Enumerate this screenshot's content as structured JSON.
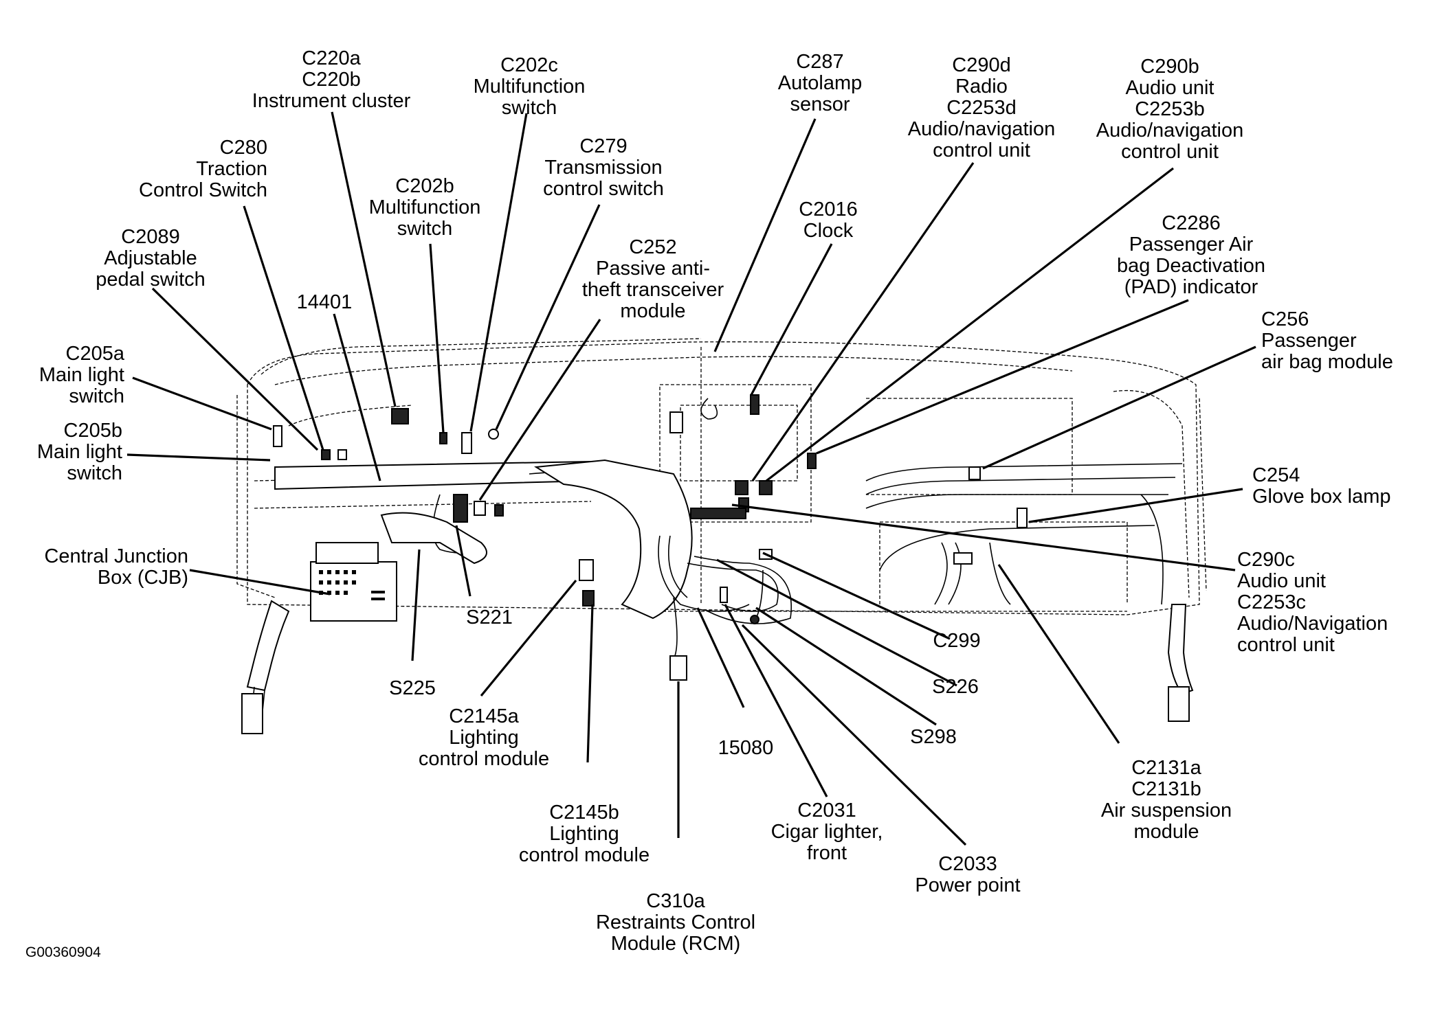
{
  "figure_id": "G00360904",
  "labels": {
    "c220": {
      "lines": [
        "C220a",
        "C220b",
        "Instrument cluster"
      ]
    },
    "c202c": {
      "lines": [
        "C202c",
        "Multifunction",
        "switch"
      ]
    },
    "c287": {
      "lines": [
        "C287",
        "Autolamp",
        "sensor"
      ]
    },
    "c290d": {
      "lines": [
        "C290d",
        "Radio",
        "C2253d",
        "Audio/navigation",
        "control unit"
      ]
    },
    "c290b": {
      "lines": [
        "C290b",
        "Audio unit",
        "C2253b",
        "Audio/navigation",
        "control unit"
      ]
    },
    "c280": {
      "lines": [
        "C280",
        "Traction",
        "Control Switch"
      ]
    },
    "c279": {
      "lines": [
        "C279",
        "Transmission",
        "control switch"
      ]
    },
    "c202b": {
      "lines": [
        "C202b",
        "Multifunction",
        "switch"
      ]
    },
    "c2016": {
      "lines": [
        "C2016",
        "Clock"
      ]
    },
    "c2286": {
      "lines": [
        "C2286",
        "Passenger Air",
        "bag Deactivation",
        "(PAD) indicator"
      ]
    },
    "c2089": {
      "lines": [
        "C2089",
        "Adjustable",
        "pedal switch"
      ]
    },
    "c252": {
      "lines": [
        "C252",
        "Passive anti-",
        "theft transceiver",
        "module"
      ]
    },
    "n14401": {
      "lines": [
        "14401"
      ]
    },
    "c256": {
      "lines": [
        "C256",
        "Passenger",
        "air bag module"
      ]
    },
    "c205a": {
      "lines": [
        "C205a",
        "Main light",
        "switch"
      ]
    },
    "c205b": {
      "lines": [
        "C205b",
        "Main light",
        "switch"
      ]
    },
    "c254": {
      "lines": [
        "C254",
        "Glove box lamp"
      ]
    },
    "cjb": {
      "lines": [
        "Central Junction",
        "Box (CJB)"
      ]
    },
    "c290c": {
      "lines": [
        "C290c",
        "Audio unit",
        "C2253c",
        "Audio/Navigation",
        "control unit"
      ]
    },
    "s221": {
      "lines": [
        "S221"
      ]
    },
    "c299": {
      "lines": [
        "C299"
      ]
    },
    "s225": {
      "lines": [
        "S225"
      ]
    },
    "s226": {
      "lines": [
        "S226"
      ]
    },
    "s298": {
      "lines": [
        "S298"
      ]
    },
    "n15080": {
      "lines": [
        "15080"
      ]
    },
    "c2145a": {
      "lines": [
        "C2145a",
        "Lighting",
        "control module"
      ]
    },
    "c2131": {
      "lines": [
        "C2131a",
        "C2131b",
        "Air suspension",
        "module"
      ]
    },
    "c2031": {
      "lines": [
        "C2031",
        "Cigar lighter,",
        "front"
      ]
    },
    "c2145b": {
      "lines": [
        "C2145b",
        "Lighting",
        "control module"
      ]
    },
    "c2033": {
      "lines": [
        "C2033",
        "Power point"
      ]
    },
    "c310a": {
      "lines": [
        "C310a",
        "Restraints Control",
        "Module (RCM)"
      ]
    }
  }
}
